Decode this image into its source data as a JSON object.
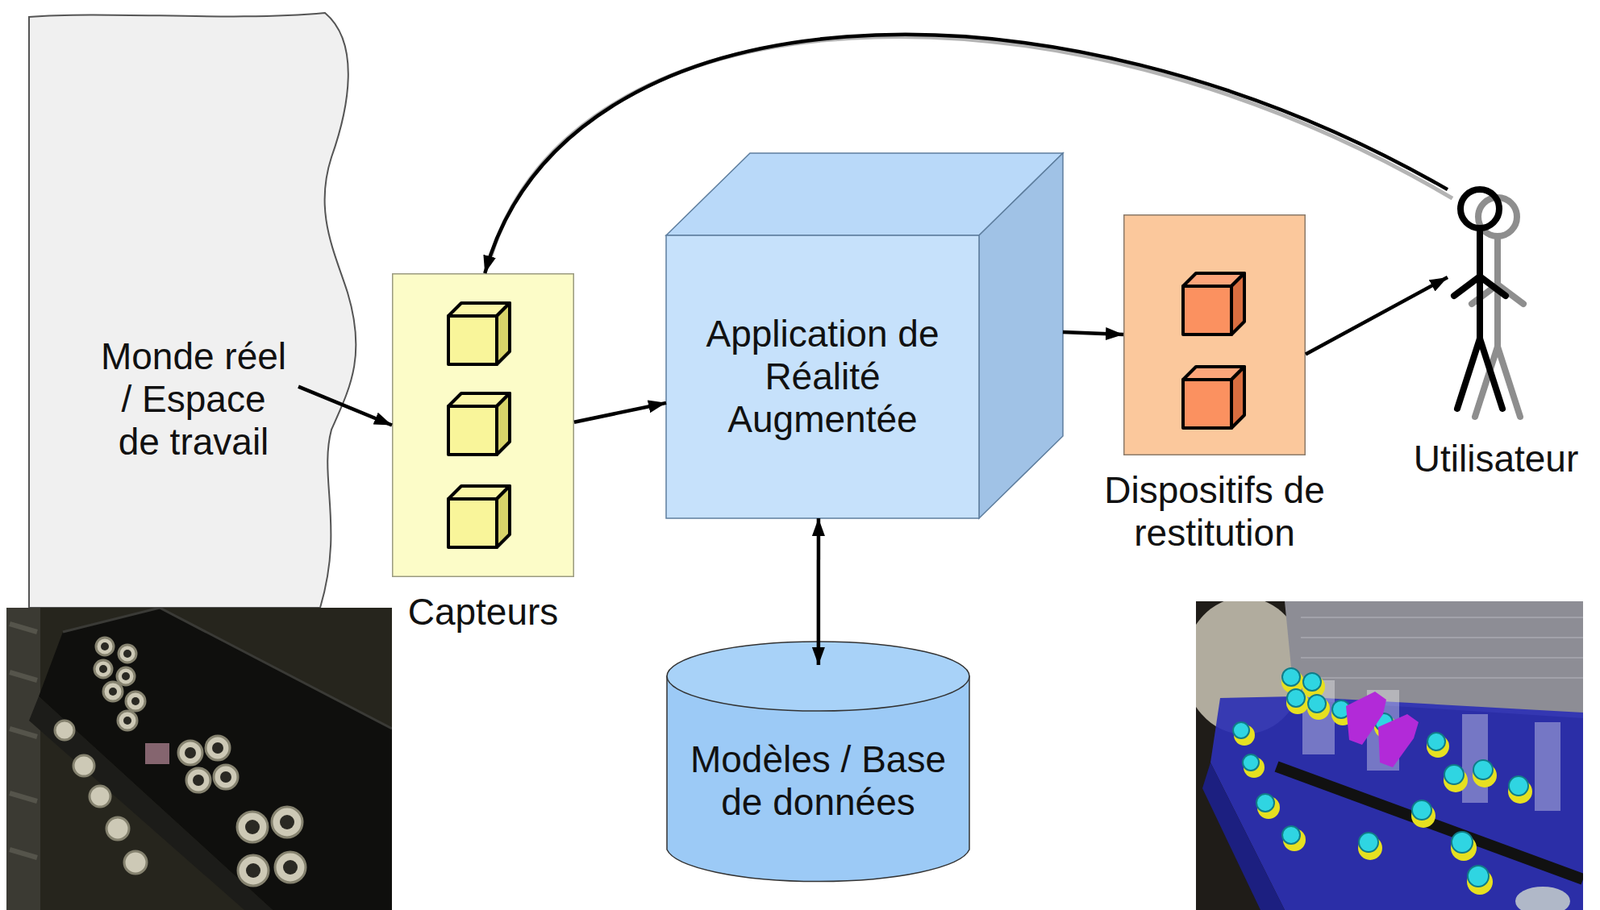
{
  "diagram": {
    "nodes": [
      {
        "text": [
          "Monde réel / Espace de travail"
        ]
      },
      {
        "text": [
          "Capteurs"
        ]
      },
      {
        "text": [
          "Application de Réalité Augmentée"
        ]
      },
      {
        "text": [
          "Dispositifs de restitution"
        ]
      },
      {
        "text": [
          "Utilisateur"
        ]
      },
      {
        "text": [
          "Modèles / Base de données"
        ]
      }
    ],
    "edges": [
      {
        "from": 0,
        "to": 1,
        "arrow": "to"
      },
      {
        "from": 1,
        "to": 2,
        "arrow": "to"
      },
      {
        "from": 2,
        "to": 5,
        "arrow": "both"
      },
      {
        "from": 2,
        "to": 3,
        "arrow": "to"
      },
      {
        "from": 3,
        "to": 4,
        "arrow": "to"
      },
      {
        "from": 4,
        "to": 1,
        "arrow": "to"
      }
    ]
  }
}
